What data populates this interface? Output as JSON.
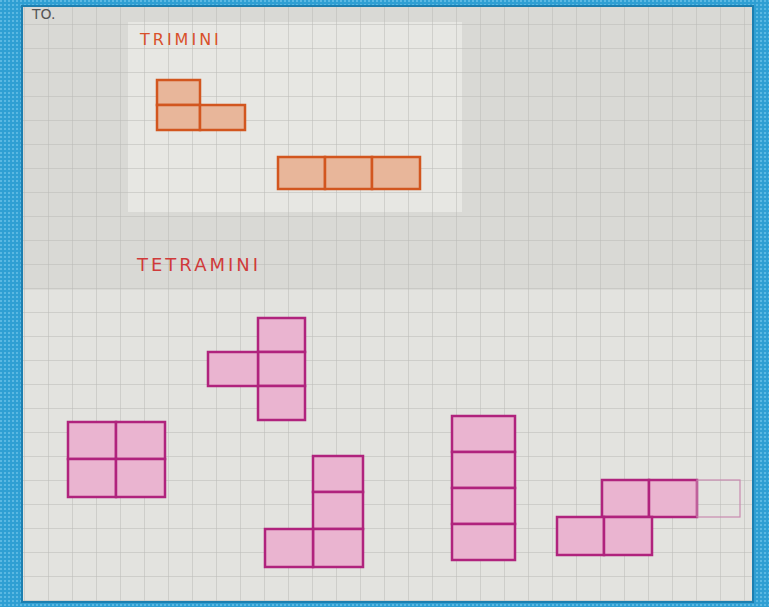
{
  "diagram": {
    "labels": [
      "TO.",
      "TRIMINI",
      "TETRAMINI"
    ]
  }
}
